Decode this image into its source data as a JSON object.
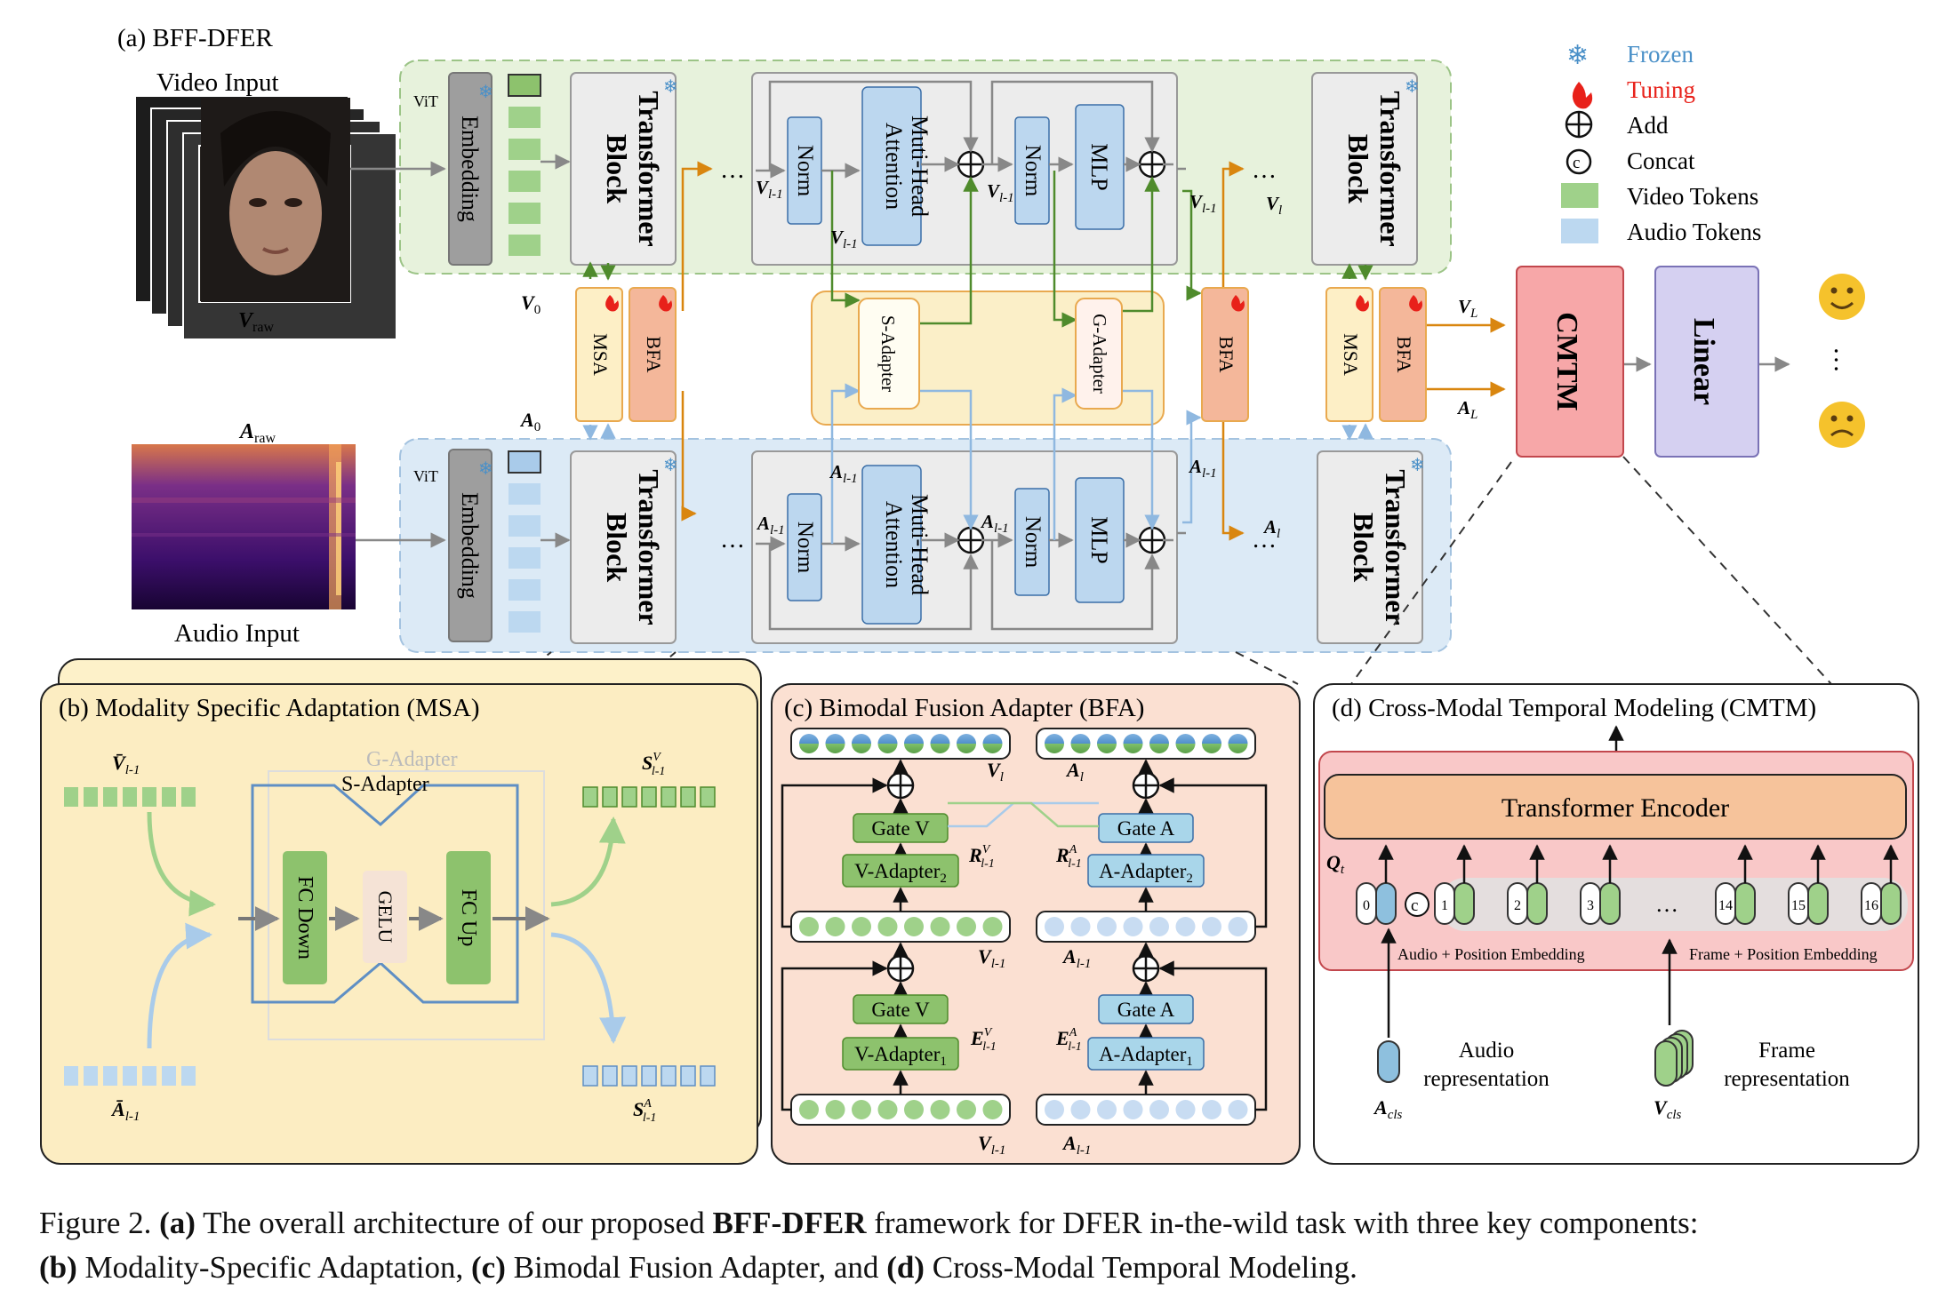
{
  "panels": {
    "a_title": "(a) BFF-DFER",
    "b_title": "(b) Modality Specific Adaptation (MSA)",
    "c_title": "(c) Bimodal Fusion Adapter (BFA)",
    "d_title": "(d) Cross-Modal Temporal Modeling (CMTM)"
  },
  "inputs": {
    "video_input": "Video Input",
    "audio_input": "Audio Input",
    "v_raw": "V",
    "v_raw_sub": "raw",
    "a_raw": "A",
    "a_raw_sub": "raw",
    "v0": "V",
    "v0_sub": "0",
    "a0": "A",
    "a0_sub": "0"
  },
  "backbone": {
    "vit": "ViT",
    "embedding": "Embedding",
    "transformer_line1": "Transformer",
    "transformer_line2": "Block",
    "norm": "Norm",
    "mha_line1": "Muti-Head",
    "mha_line2": "Attention",
    "mlp": "MLP",
    "msa": "MSA",
    "bfa": "BFA",
    "s_adapter": "S-Adapter",
    "g_adapter": "G-Adapter",
    "ellipsis": "…",
    "cmtm": "CMTM",
    "linear": "Linear"
  },
  "symbols": {
    "v_l1": "V",
    "a_l1": "A",
    "sub_l1": "l-1",
    "v_l": "V",
    "a_l": "A",
    "sub_l": "l",
    "v_L": "V",
    "a_L": "A",
    "sub_L": "L"
  },
  "legend": {
    "frozen": "Frozen",
    "tuning": "Tuning",
    "add": "Add",
    "concat": "Concat",
    "video_tokens": "Video Tokens",
    "audio_tokens": "Audio Tokens",
    "frozen_color": "#4a90c8",
    "tuning_color": "#e8211a",
    "video_token_color": "#9fd18a",
    "audio_token_color": "#bcd8f0"
  },
  "msa_panel": {
    "g_adapter": "G-Adapter",
    "s_adapter": "S-Adapter",
    "fc_down": "FC Down",
    "gelu": "GELU",
    "fc_up": "FC Up",
    "v_in": "V̄",
    "a_in": "Ā",
    "s_out": "S",
    "sup_v": "V",
    "sup_a": "A",
    "sub": "l-1"
  },
  "bfa_panel": {
    "gate_v": "Gate V",
    "gate_a": "Gate A",
    "v_adapter2": "V-Adapter",
    "a_adapter2": "A-Adapter",
    "v_adapter1": "V-Adapter",
    "a_adapter1": "A-Adapter",
    "sub2": "2",
    "sub1": "1",
    "R": "R",
    "E": "E",
    "sup_v": "V",
    "sup_a": "A",
    "sub": "l-1",
    "v_top": "V",
    "a_top": "A",
    "sub_l": "l"
  },
  "cmtm_panel": {
    "encoder": "Transformer Encoder",
    "q": "Q",
    "q_sub": "t",
    "tokens": [
      "0",
      "1",
      "2",
      "3",
      "14",
      "15",
      "16"
    ],
    "concat_symbol": "c",
    "dots": "…",
    "audio_pos": "Audio + Position Embedding",
    "frame_pos": "Frame + Position Embedding",
    "audio_rep_line1": "Audio",
    "audio_rep_line2": "representation",
    "frame_rep_line1": "Frame",
    "frame_rep_line2": "representation",
    "a_cls": "A",
    "v_cls": "V",
    "cls_sub": "cls"
  },
  "caption": {
    "line1_a": "Figure 2.",
    "line1_b": "(a)",
    "line1_c": "The overall architecture of our proposed",
    "line1_d": "BFF-DFER",
    "line1_e": "framework for DFER in-the-wild task with three key components:",
    "line2_a": "(b)",
    "line2_b": "Modality-Specific Adaptation,",
    "line2_c": "(c)",
    "line2_d": "Bimodal Fusion Adapter, and",
    "line2_e": "(d)",
    "line2_f": "Cross-Modal Temporal Modeling."
  }
}
